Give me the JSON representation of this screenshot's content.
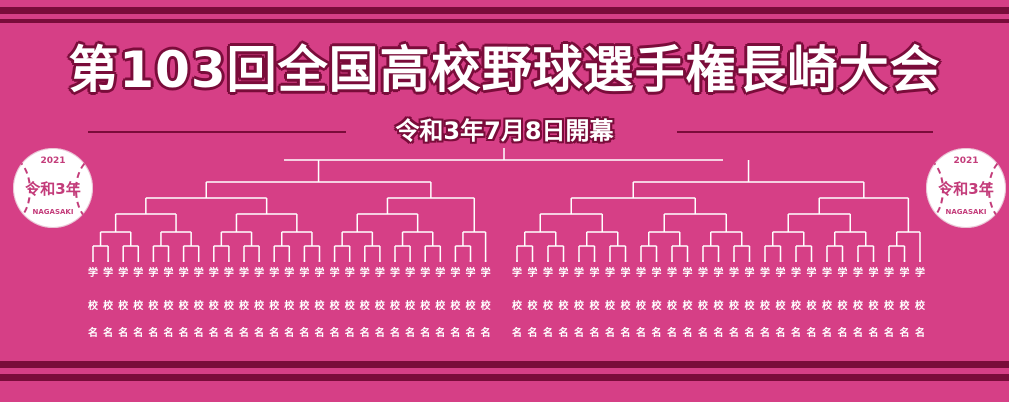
{
  "title": "第103回全国高校野球選手権長崎大会",
  "subtitle": "令和3年7月8日開幕",
  "badge": {
    "year": "2021",
    "era": "令和3年",
    "city": "NAGASAKI"
  },
  "team_slot": {
    "line1": "学",
    "line2": "校",
    "line3": "名"
  },
  "colors": {
    "background": "#d63f86",
    "accent": "#7a0c3a",
    "text": "#ffffff"
  }
}
